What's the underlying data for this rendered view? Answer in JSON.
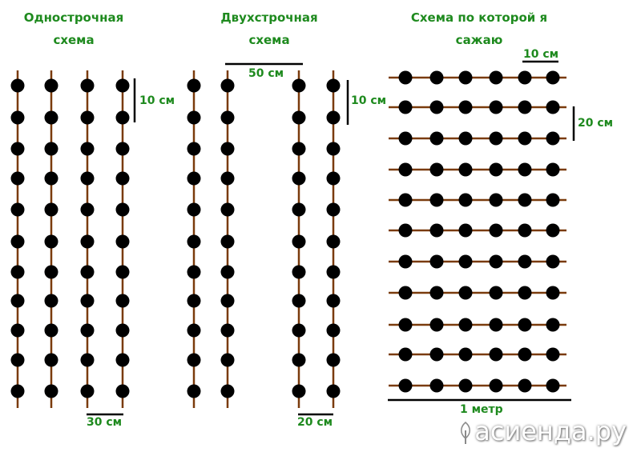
{
  "schemes": [
    {
      "title": "Однострочная схема",
      "spacing_in_row": "10 см",
      "row_gap": "30 см"
    },
    {
      "title": "Двухстрочная схема",
      "spacing_in_row": "10 см",
      "band_width": "50 см",
      "row_gap": "20 см"
    },
    {
      "title": "Схема по которой я сажаю",
      "spacing_in_row": "10 см",
      "row_gap": "20 см",
      "bed_width": "1 метр"
    }
  ],
  "watermark": "асиенда.ру",
  "colors": {
    "label": "#1e8a1e",
    "row_line": "#7a3b0c",
    "plant": "#000000",
    "measure": "#000000"
  }
}
